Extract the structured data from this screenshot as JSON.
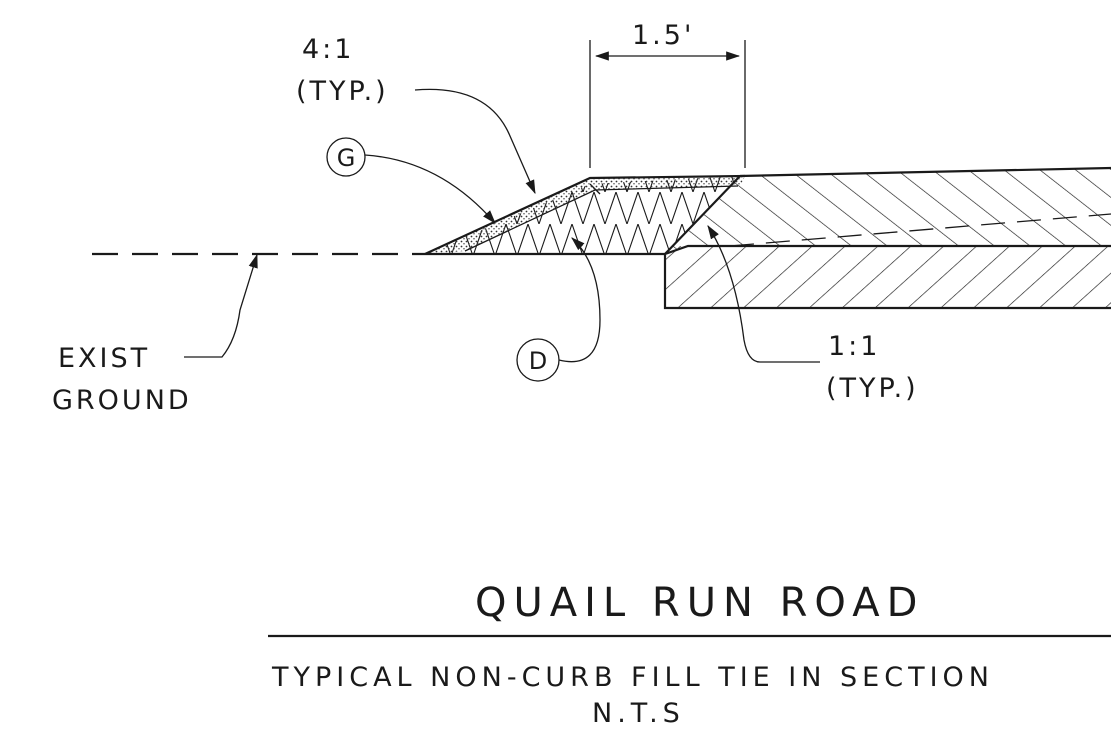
{
  "drawing": {
    "dimension": "1.5'",
    "slope_left": [
      "4:1",
      "(TYP.)"
    ],
    "slope_right": [
      "1:1",
      "(TYP.)"
    ],
    "callout_g": "G",
    "callout_d": "D",
    "ground_label": [
      "EXIST",
      "GROUND"
    ],
    "title": "QUAIL RUN ROAD",
    "subtitle": "TYPICAL NON-CURB FILL TIE IN SECTION",
    "scale_note": "N.T.S"
  }
}
